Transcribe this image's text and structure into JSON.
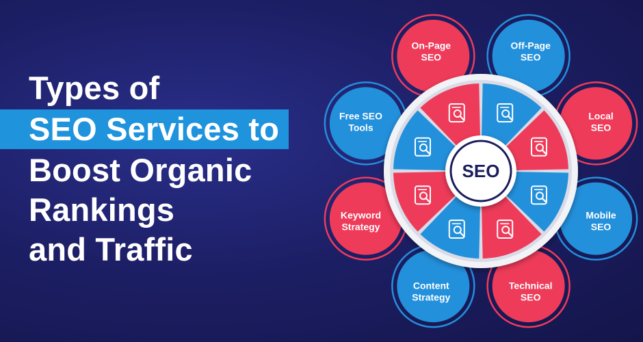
{
  "headline": {
    "line1": "Types of",
    "line2": "SEO Services to",
    "line3": "Boost Organic",
    "line4": "Rankings",
    "line5": "and Traffic"
  },
  "center_label": "SEO",
  "colors": {
    "red": "#ef3b5a",
    "blue": "#2390dc",
    "navy": "#1b1d5c",
    "background": "#1d1f66"
  },
  "services": [
    {
      "line1": "On-Page",
      "line2": "SEO",
      "color": "red",
      "icon": "search-document-icon"
    },
    {
      "line1": "Off-Page",
      "line2": "SEO",
      "color": "blue",
      "icon": "analytics-screen-icon"
    },
    {
      "line1": "Local",
      "line2": "SEO",
      "color": "red",
      "icon": "globe-pin-icon"
    },
    {
      "line1": "Mobile",
      "line2": "SEO",
      "color": "blue",
      "icon": "mobile-search-icon"
    },
    {
      "line1": "Technical",
      "line2": "SEO",
      "color": "red",
      "icon": "code-window-icon"
    },
    {
      "line1": "Content",
      "line2": "Strategy",
      "color": "blue",
      "icon": "brain-network-icon"
    },
    {
      "line1": "Keyword",
      "line2": "Strategy",
      "color": "red",
      "icon": "key-search-icon"
    },
    {
      "line1": "Free SEO",
      "line2": "Tools",
      "color": "blue",
      "icon": "gear-search-icon"
    }
  ]
}
